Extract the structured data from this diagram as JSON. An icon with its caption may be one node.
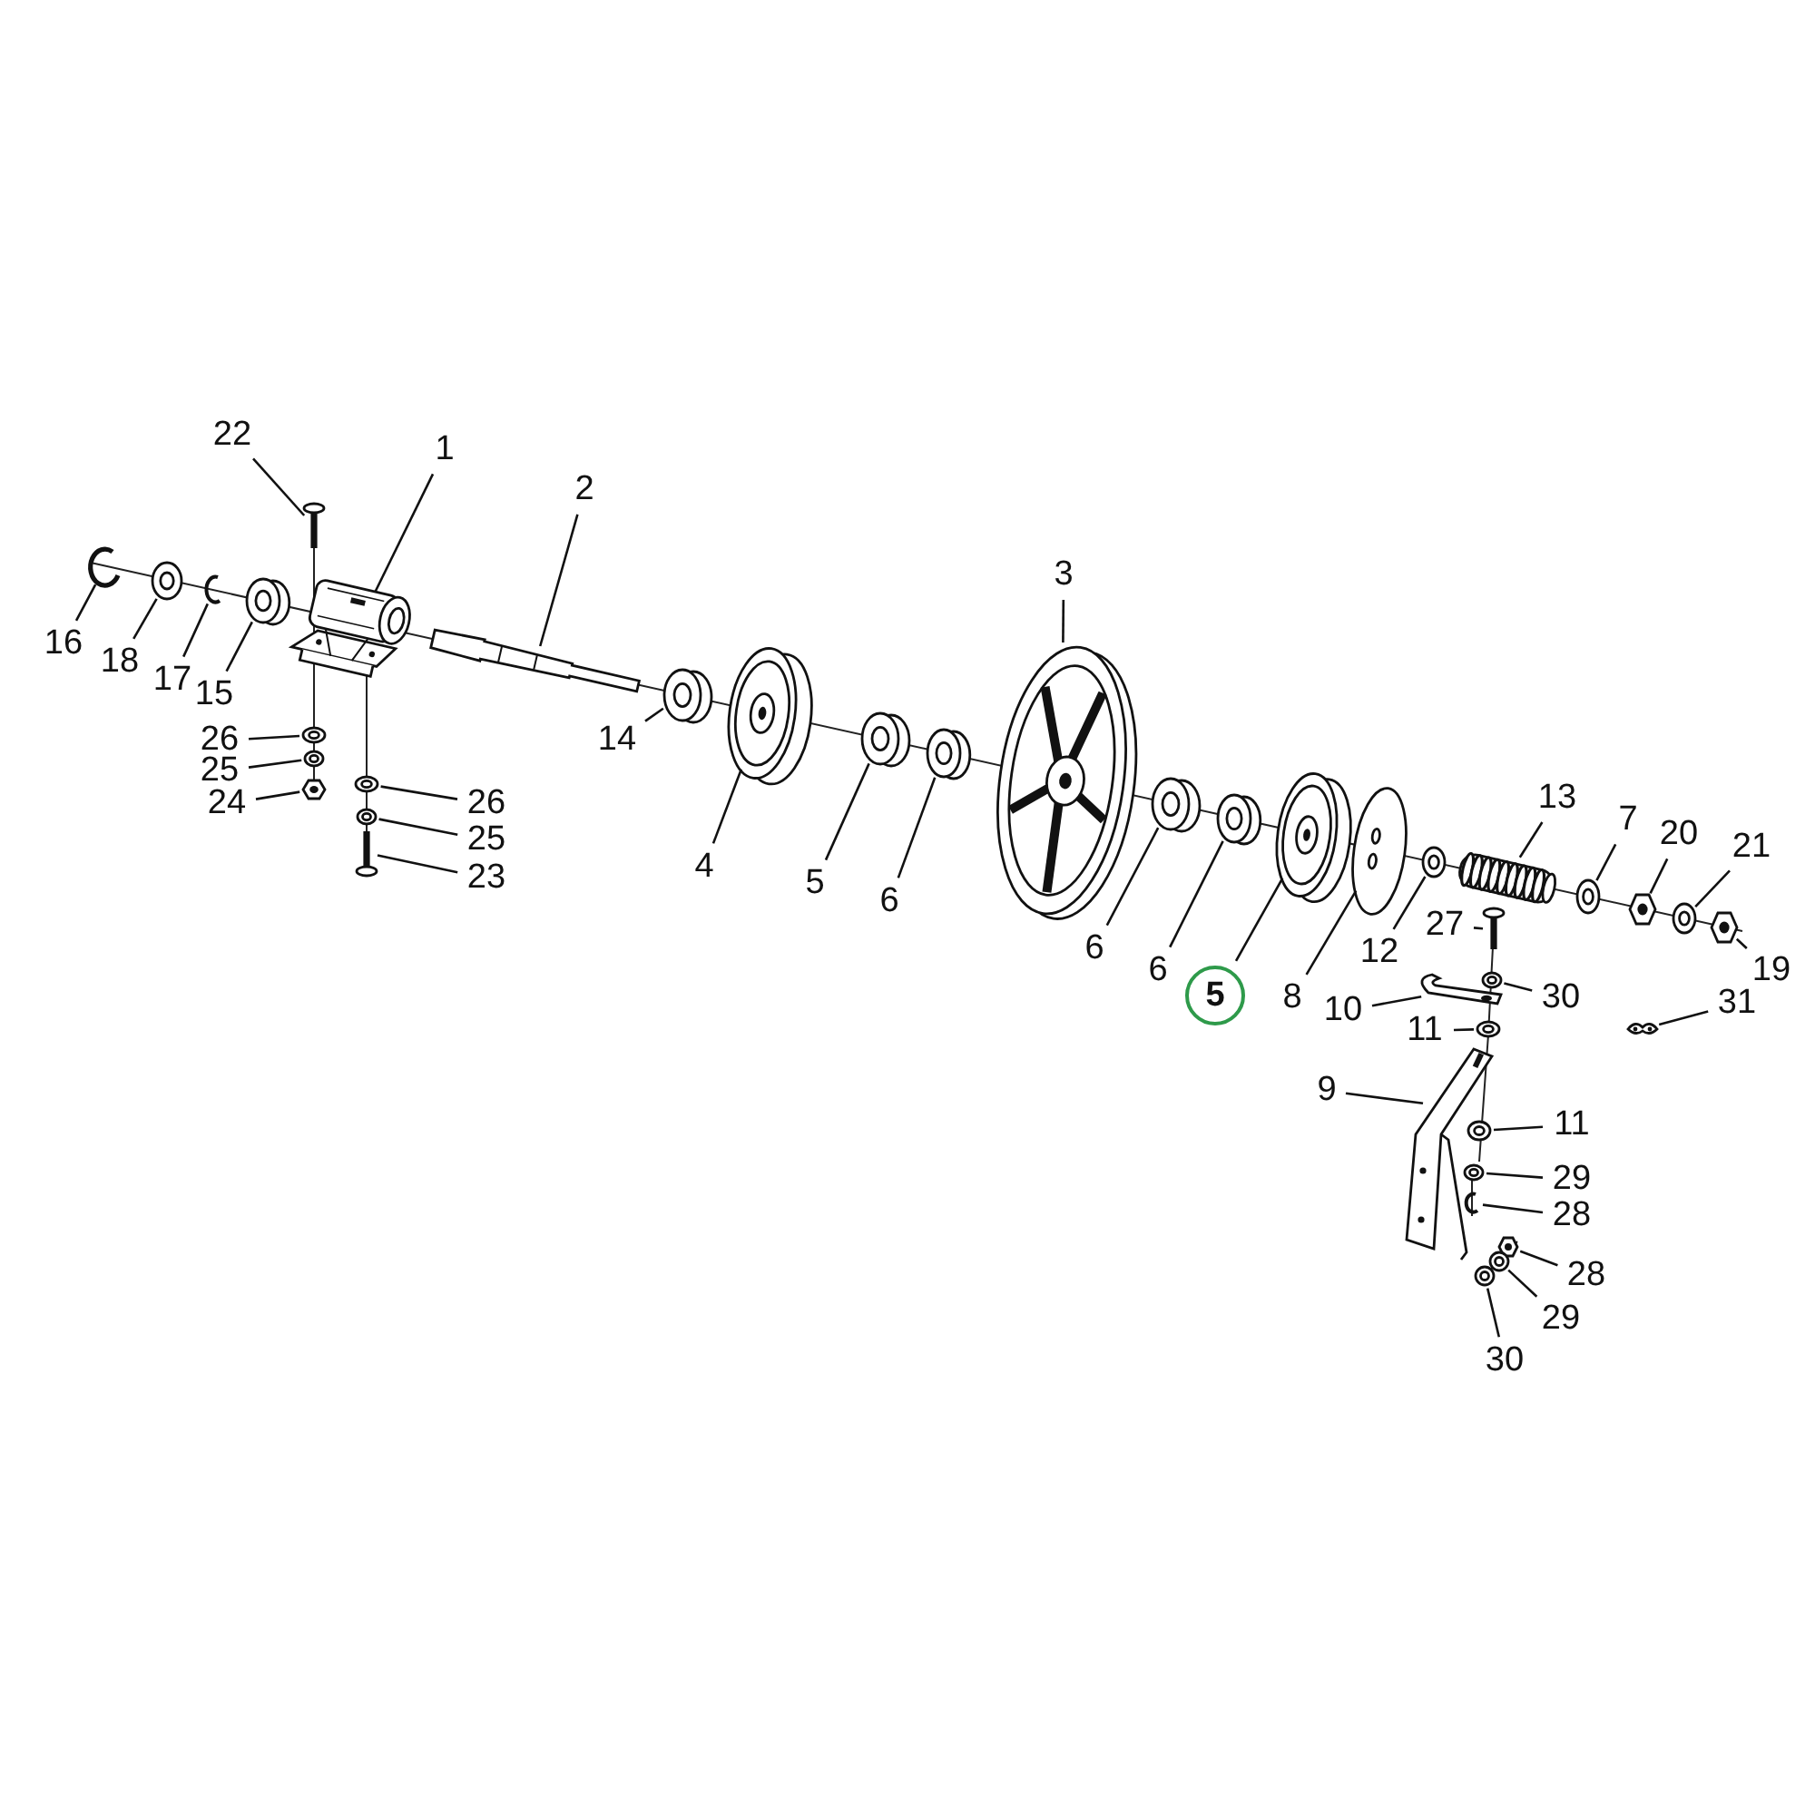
{
  "diagram": {
    "nodes": [
      {
        "text": [
          "22"
        ]
      },
      {
        "text": [
          "1"
        ]
      },
      {
        "text": [
          "2"
        ]
      },
      {
        "text": [
          "16"
        ]
      },
      {
        "text": [
          "18"
        ]
      },
      {
        "text": [
          "17"
        ]
      },
      {
        "text": [
          "15"
        ]
      },
      {
        "text": [
          "26"
        ]
      },
      {
        "text": [
          "25"
        ]
      },
      {
        "text": [
          "24"
        ]
      },
      {
        "text": [
          "26"
        ]
      },
      {
        "text": [
          "25"
        ]
      },
      {
        "text": [
          "23"
        ]
      },
      {
        "text": [
          "14"
        ]
      },
      {
        "text": [
          "4"
        ]
      },
      {
        "text": [
          "5"
        ]
      },
      {
        "text": [
          "6"
        ]
      },
      {
        "text": [
          "3"
        ]
      },
      {
        "text": [
          "6"
        ]
      },
      {
        "text": [
          "6"
        ]
      },
      {
        "text": [
          "5"
        ]
      },
      {
        "text": [
          "8"
        ]
      },
      {
        "text": [
          "12"
        ]
      },
      {
        "text": [
          "13"
        ]
      },
      {
        "text": [
          "7"
        ]
      },
      {
        "text": [
          "20"
        ]
      },
      {
        "text": [
          "21"
        ]
      },
      {
        "text": [
          "19"
        ]
      },
      {
        "text": [
          "27"
        ]
      },
      {
        "text": [
          "30"
        ]
      },
      {
        "text": [
          "10"
        ]
      },
      {
        "text": [
          "11"
        ]
      },
      {
        "text": [
          "31"
        ]
      },
      {
        "text": [
          "9"
        ]
      },
      {
        "text": [
          "11"
        ]
      },
      {
        "text": [
          "29"
        ]
      },
      {
        "text": [
          "28"
        ]
      },
      {
        "text": [
          "28"
        ]
      },
      {
        "text": [
          "29"
        ]
      },
      {
        "text": [
          "30"
        ]
      },
      {
        "text": [],
        "shape": "picture"
      },
      {
        "text": [],
        "shape": "picture"
      },
      {
        "text": [],
        "shape": "picture"
      },
      {
        "text": [],
        "shape": "picture"
      },
      {
        "text": [],
        "shape": "picture"
      },
      {
        "text": [],
        "shape": "picture"
      },
      {
        "text": [],
        "shape": "picture"
      },
      {
        "text": [],
        "shape": "picture"
      },
      {
        "text": [],
        "shape": "picture"
      },
      {
        "text": [],
        "shape": "picture"
      },
      {
        "text": [],
        "shape": "picture"
      },
      {
        "text": [],
        "shape": "picture"
      },
      {
        "text": [],
        "shape": "picture"
      },
      {
        "text": [],
        "shape": "picture"
      },
      {
        "text": [],
        "shape": "picture"
      },
      {
        "text": [],
        "shape": "picture"
      },
      {
        "text": [],
        "shape": "picture"
      },
      {
        "text": [],
        "shape": "picture"
      },
      {
        "text": [],
        "shape": "picture"
      },
      {
        "text": [],
        "shape": "picture"
      },
      {
        "text": [],
        "shape": "picture"
      },
      {
        "text": [],
        "shape": "picture"
      },
      {
        "text": [],
        "shape": "picture"
      },
      {
        "text": [],
        "shape": "picture"
      },
      {
        "text": [],
        "shape": "picture"
      },
      {
        "text": [],
        "shape": "picture"
      },
      {
        "text": [],
        "shape": "picture"
      },
      {
        "text": [],
        "shape": "picture"
      },
      {
        "text": [],
        "shape": "picture"
      },
      {
        "text": [],
        "shape": "picture"
      },
      {
        "text": [],
        "shape": "picture"
      },
      {
        "text": [],
        "shape": "picture"
      },
      {
        "text": [],
        "shape": "picture"
      },
      {
        "text": [],
        "shape": "picture"
      },
      {
        "text": [],
        "shape": "picture"
      },
      {
        "text": [],
        "shape": "picture"
      },
      {
        "text": [],
        "shape": "picture"
      },
      {
        "text": [],
        "shape": "picture"
      },
      {
        "text": [],
        "shape": "picture"
      },
      {
        "text": [],
        "shape": "picture"
      }
    ],
    "edges": [
      {
        "from": 0,
        "to": 40,
        "arrow": "none"
      },
      {
        "from": 1,
        "to": 41,
        "arrow": "none"
      },
      {
        "from": 2,
        "to": 42,
        "arrow": "none"
      },
      {
        "from": 3,
        "to": 43,
        "arrow": "none"
      },
      {
        "from": 4,
        "to": 44,
        "arrow": "none"
      },
      {
        "from": 5,
        "to": 45,
        "arrow": "none"
      },
      {
        "from": 6,
        "to": 46,
        "arrow": "none"
      },
      {
        "from": 7,
        "to": 47,
        "arrow": "none"
      },
      {
        "from": 8,
        "to": 48,
        "arrow": "none"
      },
      {
        "from": 9,
        "to": 49,
        "arrow": "none"
      },
      {
        "from": 10,
        "to": 50,
        "arrow": "none"
      },
      {
        "from": 11,
        "to": 51,
        "arrow": "none"
      },
      {
        "from": 12,
        "to": 52,
        "arrow": "none"
      },
      {
        "from": 13,
        "to": 53,
        "arrow": "none"
      },
      {
        "from": 14,
        "to": 54,
        "arrow": "none"
      },
      {
        "from": 15,
        "to": 55,
        "arrow": "none"
      },
      {
        "from": 16,
        "to": 56,
        "arrow": "none"
      },
      {
        "from": 17,
        "to": 57,
        "arrow": "none"
      },
      {
        "from": 18,
        "to": 58,
        "arrow": "none"
      },
      {
        "from": 19,
        "to": 59,
        "arrow": "none"
      },
      {
        "from": 20,
        "to": 60,
        "arrow": "none"
      },
      {
        "from": 21,
        "to": 61,
        "arrow": "none"
      },
      {
        "from": 22,
        "to": 62,
        "arrow": "none"
      },
      {
        "from": 23,
        "to": 63,
        "arrow": "none"
      },
      {
        "from": 24,
        "to": 64,
        "arrow": "none"
      },
      {
        "from": 25,
        "to": 65,
        "arrow": "none"
      },
      {
        "from": 26,
        "to": 66,
        "arrow": "none"
      },
      {
        "from": 27,
        "to": 67,
        "arrow": "none"
      },
      {
        "from": 28,
        "to": 68,
        "arrow": "none"
      },
      {
        "from": 29,
        "to": 69,
        "arrow": "none"
      },
      {
        "from": 30,
        "to": 70,
        "arrow": "none"
      },
      {
        "from": 31,
        "to": 71,
        "arrow": "none"
      },
      {
        "from": 32,
        "to": 72,
        "arrow": "none"
      },
      {
        "from": 33,
        "to": 73,
        "arrow": "none"
      },
      {
        "from": 34,
        "to": 74,
        "arrow": "none"
      },
      {
        "from": 35,
        "to": 75,
        "arrow": "none"
      },
      {
        "from": 36,
        "to": 76,
        "arrow": "none"
      },
      {
        "from": 37,
        "to": 77,
        "arrow": "none"
      },
      {
        "from": 38,
        "to": 78,
        "arrow": "none"
      },
      {
        "from": 39,
        "to": 79,
        "arrow": "none"
      }
    ]
  }
}
